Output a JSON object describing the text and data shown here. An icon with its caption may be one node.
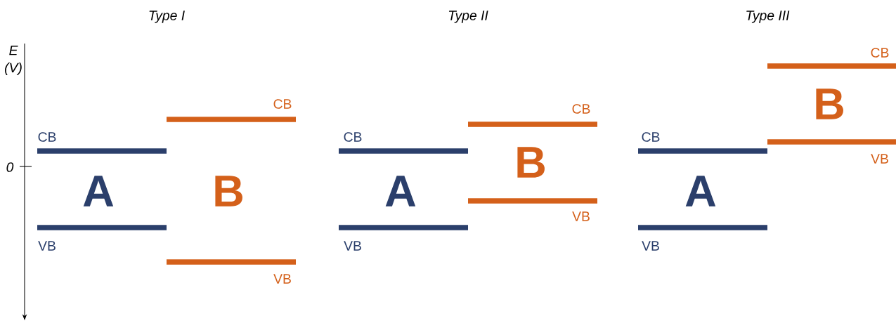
{
  "diagram": {
    "labels": [
      "Type I",
      "Type II",
      "Type III",
      "E (V)",
      "0",
      "CB",
      "A",
      "VB",
      "CB",
      "B",
      "VB",
      "CB",
      "A",
      "VB",
      "CB",
      "B",
      "VB",
      "CB",
      "A",
      "VB",
      "CB",
      "B",
      "VB"
    ]
  }
}
